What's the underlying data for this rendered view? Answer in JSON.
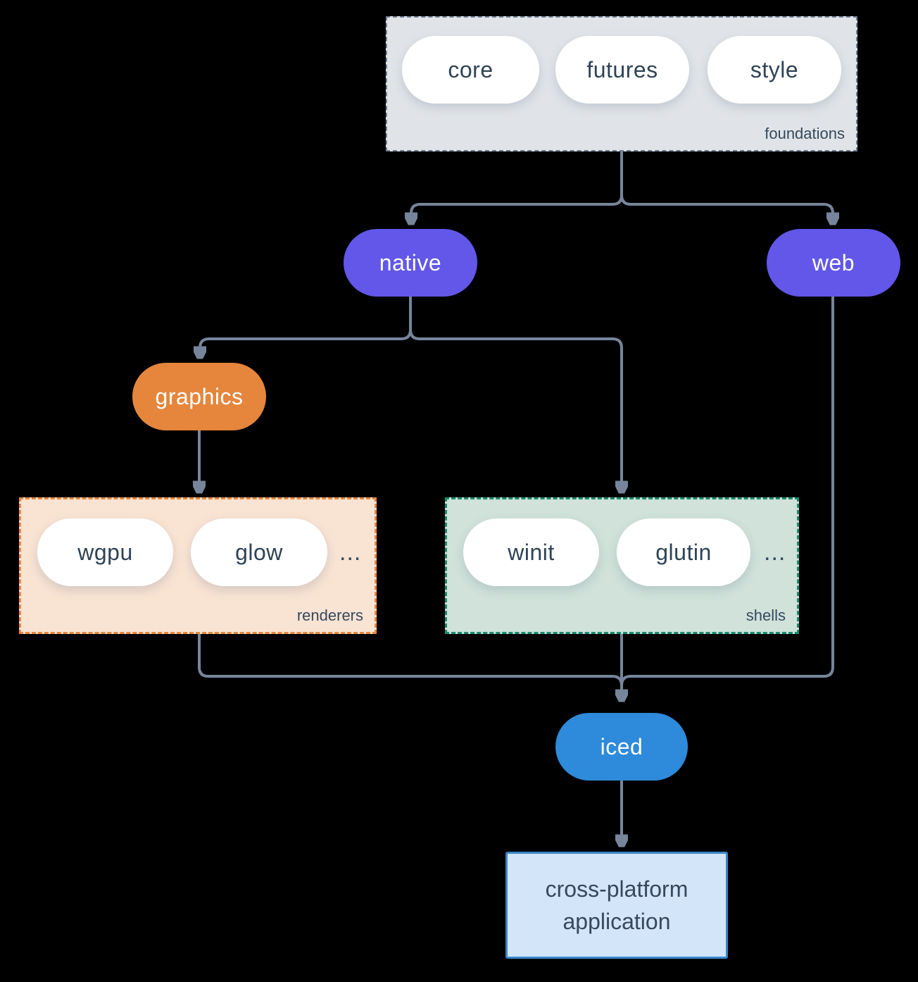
{
  "groups": {
    "foundations": {
      "label": "foundations",
      "pills": [
        {
          "label": "core"
        },
        {
          "label": "futures"
        },
        {
          "label": "style"
        }
      ]
    },
    "renderers": {
      "label": "renderers",
      "pills": [
        {
          "label": "wgpu"
        },
        {
          "label": "glow"
        }
      ],
      "more": "..."
    },
    "shells": {
      "label": "shells",
      "pills": [
        {
          "label": "winit"
        },
        {
          "label": "glutin"
        }
      ],
      "more": "..."
    }
  },
  "nodes": {
    "native": {
      "label": "native",
      "color": "#6257e8"
    },
    "web": {
      "label": "web",
      "color": "#6257e8"
    },
    "graphics": {
      "label": "graphics",
      "color": "#e5863c"
    },
    "iced": {
      "label": "iced",
      "color": "#2e8ada"
    },
    "application": {
      "label": "cross-platform application"
    }
  },
  "edges": [
    [
      "foundations",
      "native"
    ],
    [
      "foundations",
      "web"
    ],
    [
      "native",
      "graphics"
    ],
    [
      "native",
      "shells"
    ],
    [
      "graphics",
      "renderers"
    ],
    [
      "renderers",
      "iced"
    ],
    [
      "shells",
      "iced"
    ],
    [
      "web",
      "iced"
    ],
    [
      "iced",
      "application"
    ]
  ],
  "colors": {
    "background": "#000000",
    "connector": "#76859b",
    "purple": "#6257e8",
    "orange": "#e5863c",
    "blue": "#2e8ada",
    "foundations_fill": "#e0e4e8",
    "foundations_border": "#6e7e92",
    "renderers_fill": "#f9e3d3",
    "renderers_border": "#e8863c",
    "shells_fill": "#d0e2da",
    "shells_border": "#1b8a6e",
    "application_fill": "#d3e5f8",
    "application_border": "#3a86c8",
    "text_dark": "#35495c"
  }
}
